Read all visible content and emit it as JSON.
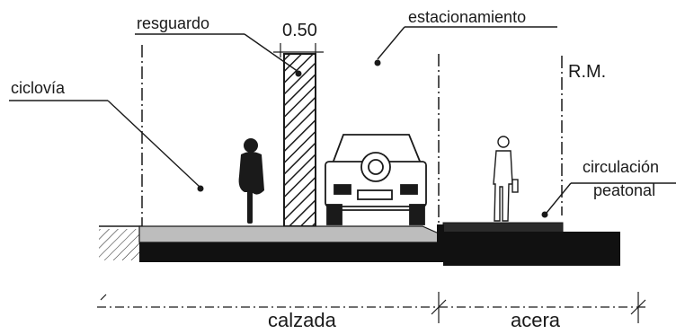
{
  "labels": {
    "resguardo": "resguardo",
    "dimension": "0.50",
    "estacionamiento": "estacionamiento",
    "rm": "R.M.",
    "ciclovia": "ciclovía",
    "circulacion_line1": "circulación",
    "circulacion_line2": "peatonal",
    "calzada": "calzada",
    "acera": "acera"
  },
  "colors": {
    "ink": "#1a1a1a",
    "road_surface": "#bdbdbd",
    "road_base": "#111111",
    "sidewalk": "#2b2b2b"
  },
  "icons": [
    "cyclist-silhouette",
    "jeep-rear-view",
    "pedestrian-figure"
  ]
}
